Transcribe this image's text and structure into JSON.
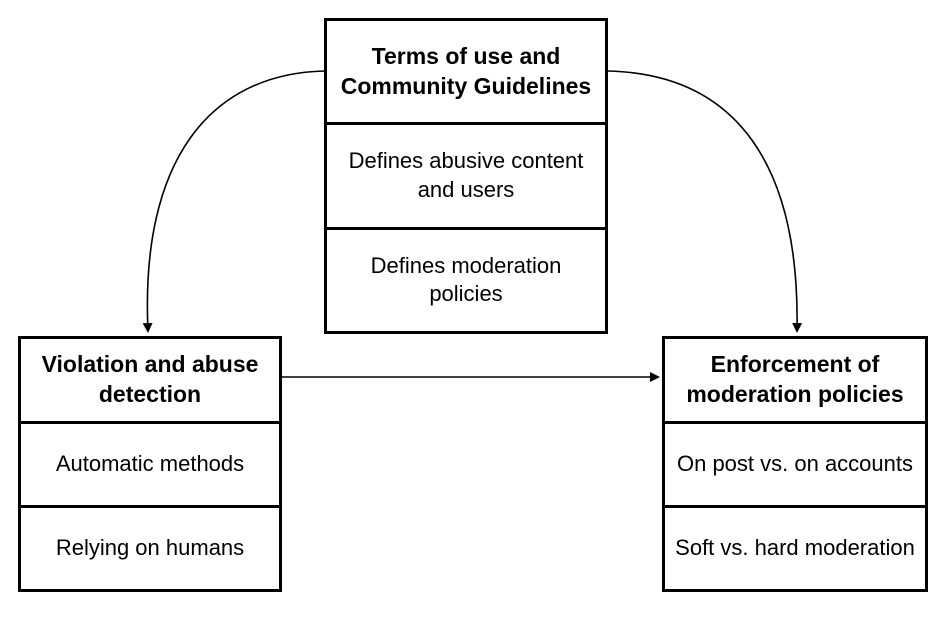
{
  "diagram": {
    "terms_box": {
      "title": "Terms of use and Community Guidelines",
      "items": [
        "Defines abusive content and users",
        "Defines moderation policies"
      ]
    },
    "detection_box": {
      "title": "Violation and abuse detection",
      "items": [
        "Automatic methods",
        "Relying on humans"
      ]
    },
    "enforcement_box": {
      "title": "Enforcement of moderation policies",
      "items": [
        "On post vs. on accounts",
        "Soft vs. hard moderation"
      ]
    },
    "connections": [
      {
        "from": "terms_box",
        "to": "detection_box",
        "style": "curved-arrow"
      },
      {
        "from": "terms_box",
        "to": "enforcement_box",
        "style": "curved-arrow"
      },
      {
        "from": "detection_box",
        "to": "enforcement_box",
        "style": "straight-arrow"
      }
    ],
    "colors": {
      "stroke": "#000000",
      "background": "#ffffff"
    }
  }
}
